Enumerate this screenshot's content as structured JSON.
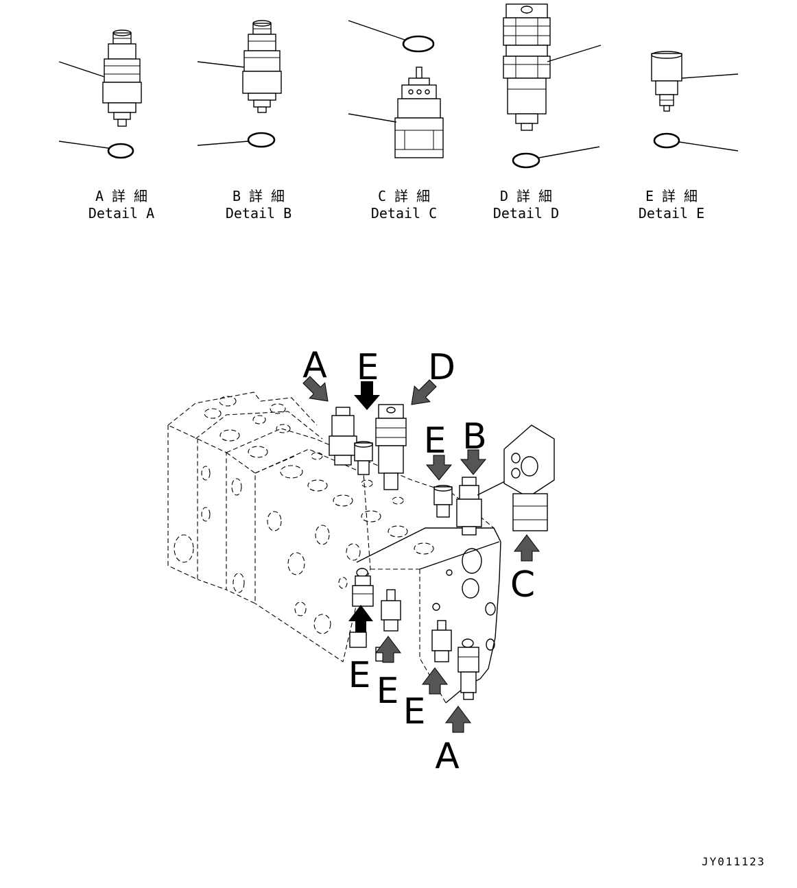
{
  "details": [
    {
      "jp": "A 詳 細",
      "en": "Detail A"
    },
    {
      "jp": "B 詳 細",
      "en": "Detail B"
    },
    {
      "jp": "C 詳 細",
      "en": "Detail C"
    },
    {
      "jp": "D 詳 細",
      "en": "Detail D"
    },
    {
      "jp": "E 詳 細",
      "en": "Detail E"
    }
  ],
  "callouts": {
    "a_top": "A",
    "e_top": "E",
    "d_top": "D",
    "e_mid": "E",
    "b_mid": "B",
    "c_right": "C",
    "e_bottom_1": "E",
    "e_bottom_2": "E",
    "e_bottom_3": "E",
    "a_bottom": "A"
  },
  "drawing_code": "JY011123"
}
